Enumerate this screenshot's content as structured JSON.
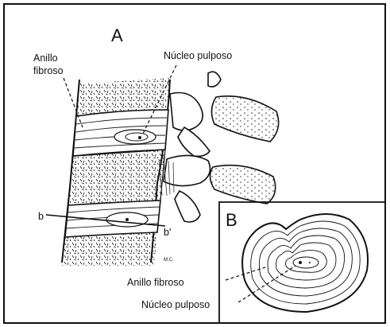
{
  "figure": {
    "panel_a": {
      "letter": "A",
      "annulus_label_line1": "Anillo",
      "annulus_label_line2": "fibroso",
      "nucleus_label": "Núcleo pulposo",
      "section_start": "b",
      "section_end": "b'",
      "artist_mark": "M.C."
    },
    "panel_b": {
      "letter": "B",
      "annulus_label": "Anillo fibroso",
      "nucleus_label": "Núcleo pulposo"
    }
  },
  "colors": {
    "ink": "#111111",
    "background": "#ffffff"
  }
}
